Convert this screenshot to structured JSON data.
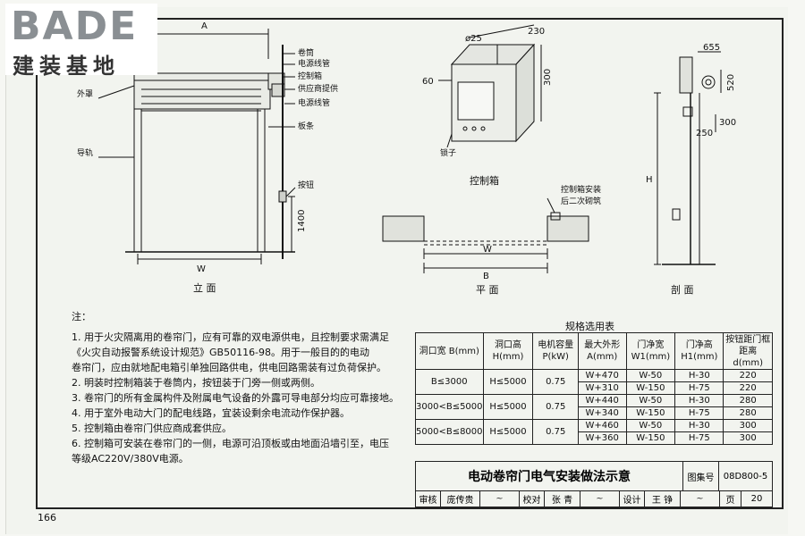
{
  "logo": {
    "line1": "BADE",
    "line2": "建装基地"
  },
  "elevation": {
    "dim_A": "A",
    "dim_W": "W",
    "dim_1400": "1400",
    "label_juantong": "卷筒",
    "label_dianyuan_xianguan1": "电源线管",
    "label_kongzhixiang": "控制箱",
    "label_gongdian": "供应商提供",
    "label_dianyuan_xianguan2": "电源线管",
    "label_bantiao": "板条",
    "label_waizhao": "外罩",
    "label_daogui": "导轨",
    "label_anniu": "按钮",
    "caption": "立 面"
  },
  "box": {
    "dim_phi25": "ø25",
    "dim_230": "230",
    "dim_300": "300",
    "dim_60": "60",
    "label_suozi": "锁子",
    "caption": "控制箱"
  },
  "plan": {
    "note_line1": "控制箱安装",
    "note_line2": "后二次砌筑",
    "dim_W": "W",
    "dim_B": "B",
    "caption": "平 面"
  },
  "section": {
    "dim_655": "655",
    "dim_520": "520",
    "dim_300": "300",
    "dim_250": "250",
    "dim_H": "H",
    "caption": "剖 面"
  },
  "notes": {
    "title": "注：",
    "items": [
      "1. 用于火灾隔离用的卷帘门，应有可靠的双电源供电，且控制要求需满足",
      "《火灾自动报警系统设计规范》GB50116-98。用于一般目的的电动",
      "卷帘门，应由就地配电箱引单独回路供电，供电回路需装有过负荷保护。",
      "2. 明装时控制箱装于卷筒内，按钮装于门旁一侧或两侧。",
      "3. 卷帘门的所有金属构件及附属电气设备的外露可导电部分均应可靠接地。",
      "4. 用于室外电动大门的配电线路，宜装设剩余电流动作保护器。",
      "5. 控制箱由卷帘门供应商成套供应。",
      "6. 控制箱可安装在卷帘门的一侧，电源可沿顶板或由地面沿墙引至，电压",
      "等级AC220V/380V电源。"
    ]
  },
  "spec_table": {
    "title": "规格选用表",
    "headers": [
      "洞口宽 B(mm)",
      "洞口高 H(mm)",
      "电机容量 P(kW)",
      "最大外形 A(mm)",
      "门净宽 W1(mm)",
      "门净高 H1(mm)",
      "按钮距门框距离 d(mm)"
    ],
    "groups": [
      {
        "b": "B≤3000",
        "h": "H≤5000",
        "p": "0.75",
        "rows": [
          {
            "a": "W+470",
            "w1": "W-50",
            "h1": "H-30",
            "d": "220"
          },
          {
            "a": "W+310",
            "w1": "W-150",
            "h1": "H-75",
            "d": "220"
          }
        ]
      },
      {
        "b": "3000<B≤5000",
        "h": "H≤5000",
        "p": "0.75",
        "rows": [
          {
            "a": "W+440",
            "w1": "W-50",
            "h1": "H-30",
            "d": "280"
          },
          {
            "a": "W+340",
            "w1": "W-150",
            "h1": "H-75",
            "d": "280"
          }
        ]
      },
      {
        "b": "5000<B≤8000",
        "h": "H≤5000",
        "p": "0.75",
        "rows": [
          {
            "a": "W+460",
            "w1": "W-50",
            "h1": "H-30",
            "d": "300"
          },
          {
            "a": "W+360",
            "w1": "W-150",
            "h1": "H-75",
            "d": "300"
          }
        ]
      }
    ]
  },
  "title_block": {
    "title": "电动卷帘门电气安装做法示意",
    "atlas_label": "图集号",
    "atlas_no": "08D800-5",
    "reviewer_label": "审核",
    "reviewer": "庞传贵",
    "checker_label": "校对",
    "checker": "张 青",
    "designer_label": "设计",
    "designer": "王 铮",
    "page_label": "页",
    "page_no": "20"
  },
  "page_number": "166",
  "colors": {
    "ink": "#111111",
    "paper": "#f2f4ef",
    "logo_gray": "#8a8f93"
  }
}
